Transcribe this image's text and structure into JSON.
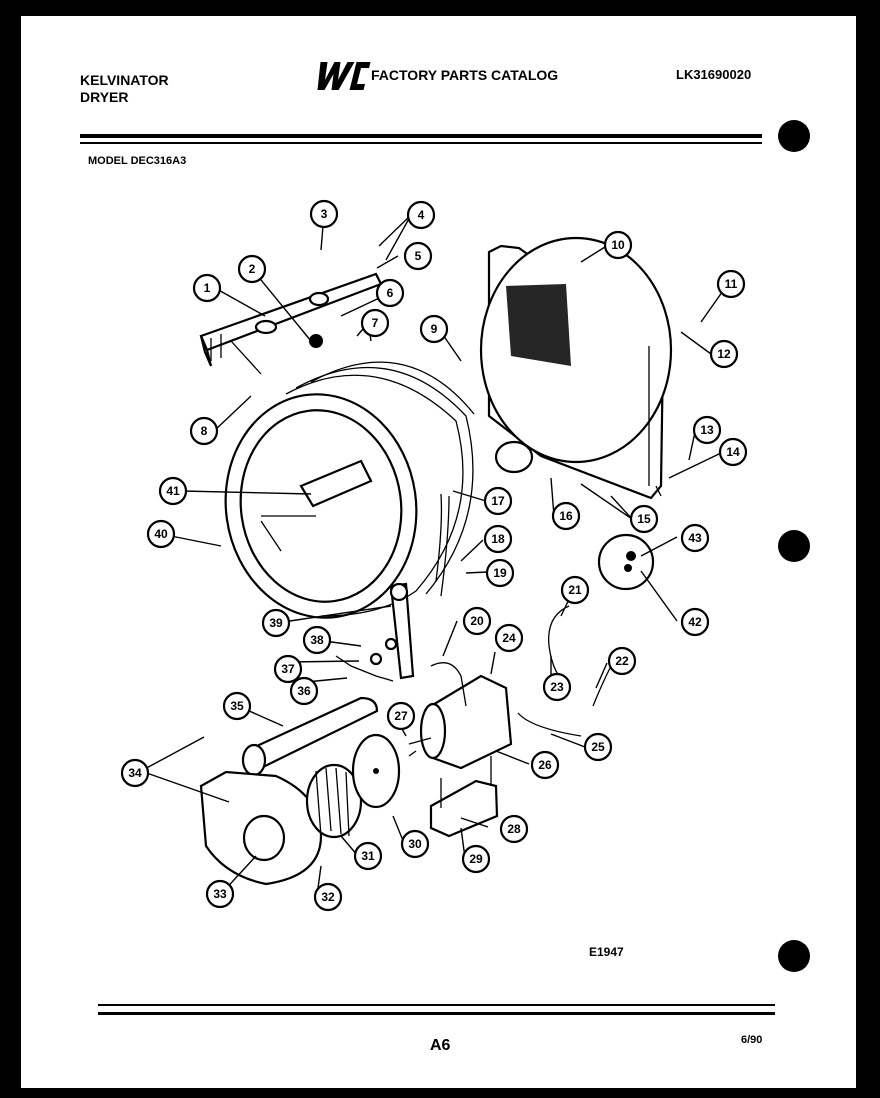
{
  "header": {
    "brand_line1": "KELVINATOR",
    "brand_line2": "DRYER",
    "catalog_label": "FACTORY PARTS CATALOG",
    "catalog_number": "LK31690020",
    "model": "MODEL DEC316A3",
    "logo": "WCI"
  },
  "footer": {
    "diagram_code": "E1947",
    "page": "A6",
    "date": "6/90"
  },
  "callouts": [
    "1",
    "2",
    "3",
    "4",
    "5",
    "6",
    "7",
    "8",
    "9",
    "10",
    "11",
    "12",
    "13",
    "14",
    "15",
    "16",
    "17",
    "18",
    "19",
    "20",
    "21",
    "22",
    "23",
    "24",
    "25",
    "26",
    "27",
    "28",
    "29",
    "30",
    "31",
    "32",
    "33",
    "34",
    "35",
    "36",
    "37",
    "38",
    "39",
    "40",
    "41",
    "42",
    "43"
  ]
}
